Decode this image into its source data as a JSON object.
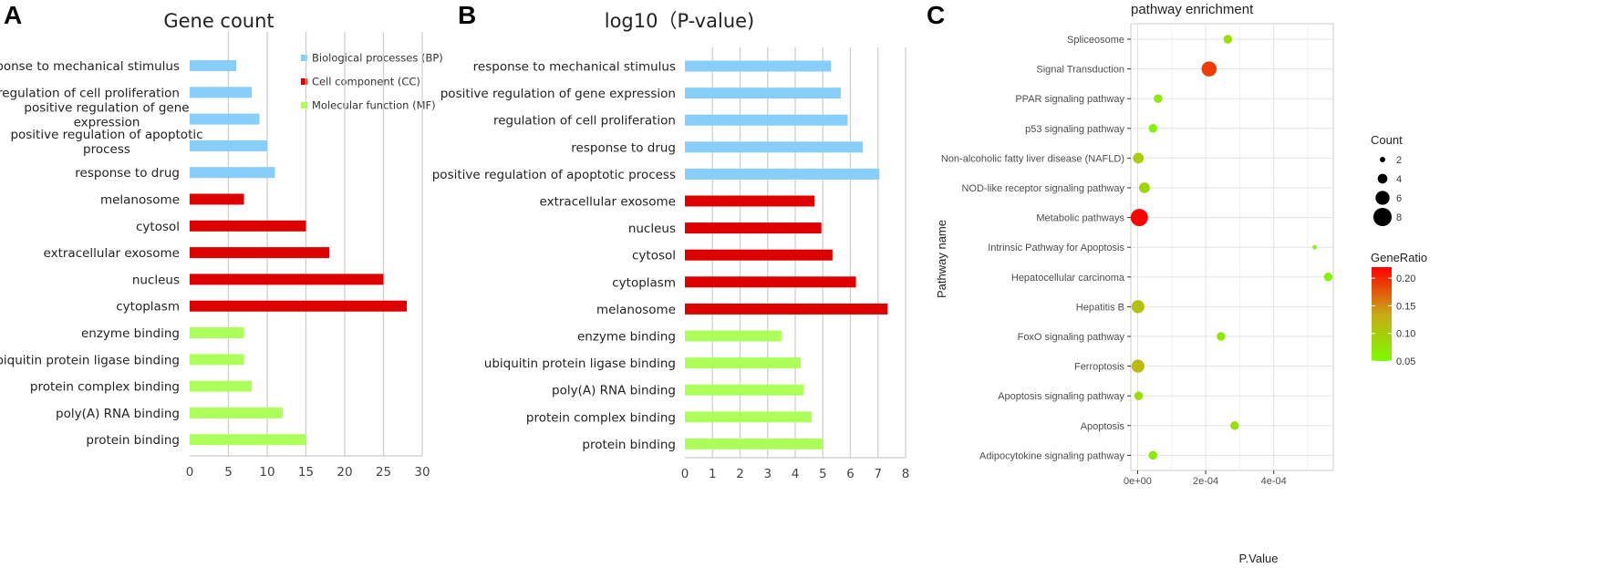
{
  "panels": {
    "a": {
      "letter": "A",
      "title": "Gene count"
    },
    "b": {
      "letter": "B",
      "title": "log10（P-value)"
    },
    "c": {
      "letter": "C",
      "title": "pathway  enrichment",
      "xlabel": "P.Value",
      "ylabel": "Pathway name"
    }
  },
  "legend_a": [
    {
      "label": "Biological processes (BP)",
      "color": "#87CEFA"
    },
    {
      "label": "Cell component (CC)",
      "color": "#DD0000"
    },
    {
      "label": "Molecular function (MF)",
      "color": "#ADFF5A"
    }
  ],
  "chart_data": [
    {
      "type": "bar",
      "orientation": "horizontal",
      "title": "Gene count",
      "xlim": [
        0,
        30
      ],
      "xticks": [
        0,
        5,
        10,
        15,
        20,
        25,
        30
      ],
      "grid": "vertical",
      "categories": [
        "response to mechanical stimulus",
        "regulation of cell proliferation",
        "positive regulation of gene expression",
        "positive regulation of apoptotic process",
        "response to drug",
        "melanosome",
        "cytosol",
        "extracellular exosome",
        "nucleus",
        "cytoplasm",
        "enzyme binding",
        "ubiquitin protein ligase binding",
        "protein complex binding",
        "poly(A) RNA binding",
        "protein binding"
      ],
      "groups": [
        "BP",
        "BP",
        "BP",
        "BP",
        "BP",
        "CC",
        "CC",
        "CC",
        "CC",
        "CC",
        "MF",
        "MF",
        "MF",
        "MF",
        "MF"
      ],
      "values": [
        6,
        8,
        9,
        10,
        11,
        7,
        15,
        18,
        25,
        28,
        7,
        7,
        8,
        12,
        15
      ]
    },
    {
      "type": "bar",
      "orientation": "horizontal",
      "title": "log10（P-value)",
      "xlim": [
        0,
        8
      ],
      "xticks": [
        0,
        1,
        2,
        3,
        4,
        5,
        6,
        7,
        8
      ],
      "grid": "vertical",
      "categories": [
        "response to mechanical stimulus",
        "positive regulation of gene expression",
        "regulation of cell proliferation",
        "response to drug",
        "positive regulation of apoptotic process",
        "extracellular exosome",
        "nucleus",
        "cytosol",
        "cytoplasm",
        "melanosome",
        "enzyme binding",
        "ubiquitin protein ligase binding",
        "poly(A) RNA binding",
        "protein complex binding",
        "protein binding"
      ],
      "groups": [
        "BP",
        "BP",
        "BP",
        "BP",
        "BP",
        "CC",
        "CC",
        "CC",
        "CC",
        "CC",
        "MF",
        "MF",
        "MF",
        "MF",
        "MF"
      ],
      "values": [
        5.3,
        5.65,
        5.9,
        6.45,
        7.05,
        4.7,
        4.95,
        5.35,
        6.2,
        7.35,
        3.5,
        4.2,
        4.3,
        4.6,
        5.0
      ]
    },
    {
      "type": "scatter",
      "title": "pathway  enrichment",
      "xlabel": "P.Value",
      "ylabel": "Pathway name",
      "xlim": [
        -2e-05,
        0.000575
      ],
      "xticks": [
        0,
        0.0002,
        0.0004
      ],
      "xticklabels": [
        "0e+00",
        "2e-04",
        "4e-04"
      ],
      "grid": true,
      "categories": [
        "Spliceosome",
        "Signal Transduction",
        "PPAR signaling pathway",
        "p53 signaling pathway",
        "Non-alcoholic fatty liver disease (NAFLD)",
        "NOD-like receptor signaling pathway",
        "Metabolic pathways",
        "Intrinsic Pathway for Apoptosis",
        "Hepatocellular carcinoma",
        "Hepatitis B",
        "FoxO signaling pathway",
        "Ferroptosis",
        "Apoptosis signaling pathway",
        "Apoptosis",
        "Adipocytokine signaling pathway"
      ],
      "x": [
        0.000265,
        0.00021,
        6e-05,
        4.5e-05,
        2e-06,
        2e-05,
        5e-06,
        0.00052,
        0.00056,
        1e-06,
        0.000245,
        1e-06,
        3e-06,
        0.000285,
        4.5e-05
      ],
      "count": [
        3,
        6,
        3,
        3,
        4,
        4,
        7,
        1,
        3,
        5,
        3,
        5,
        3,
        3,
        3
      ],
      "gene_ratio": [
        0.08,
        0.19,
        0.07,
        0.06,
        0.1,
        0.09,
        0.22,
        0.05,
        0.06,
        0.11,
        0.07,
        0.12,
        0.08,
        0.08,
        0.07
      ],
      "size_legend": {
        "title": "Count",
        "values": [
          2,
          4,
          6,
          8
        ]
      },
      "color_legend": {
        "title": "GeneRatio",
        "ticks": [
          0.05,
          0.1,
          0.15,
          0.2
        ],
        "ticklabels": [
          "0.05",
          "0.10",
          "0.15",
          "0.20"
        ],
        "range": [
          0.05,
          0.22
        ],
        "low_color": "#7CFC00",
        "high_color": "#FF0000"
      }
    }
  ]
}
